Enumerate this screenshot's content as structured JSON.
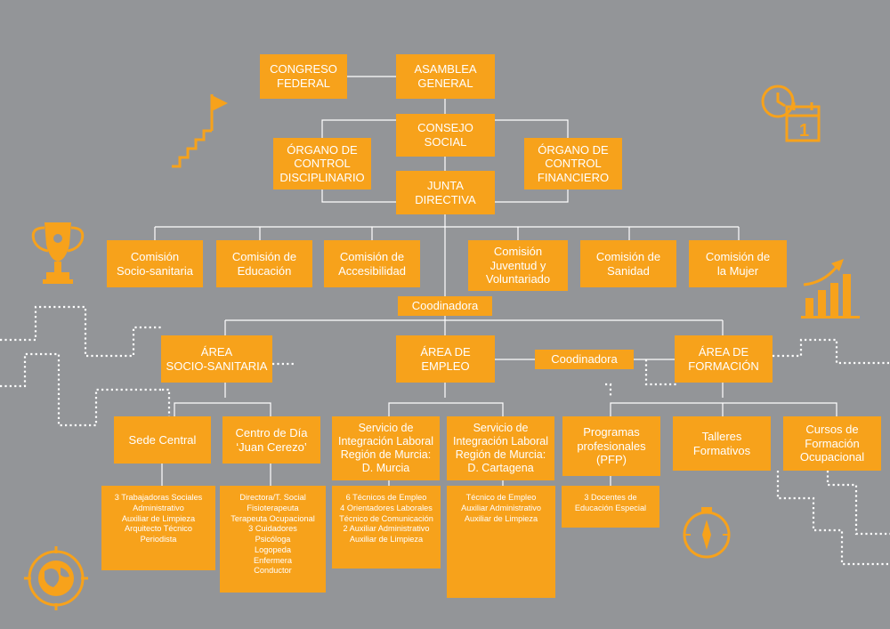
{
  "colors": {
    "background": "#939598",
    "box": "#f7a21b",
    "text": "#ffffff",
    "lines": "#ffffff"
  },
  "icons": [
    "stairs-flag-icon",
    "trophy-icon",
    "globe-compass-icon",
    "clock-calendar-icon",
    "growth-chart-icon",
    "compass-icon"
  ],
  "top": {
    "congreso": "CONGRESO\nFEDERAL",
    "asamblea": "ASAMBLEA\nGENERAL",
    "consejo": "CONSEJO\nSOCIAL",
    "control_disciplinario": "ÓRGANO DE\nCONTROL\nDISCIPLINARIO",
    "control_financiero": "ÓRGANO DE\nCONTROL\nFINANCIERO",
    "junta": "JUNTA\nDIRECTIVA"
  },
  "comisiones": [
    "Comisión\nSocio-sanitaria",
    "Comisión de\nEducación",
    "Comisión de\nAccesibilidad",
    "Comisión\nJuventud y\nVoluntariado",
    "Comisión de\nSanidad",
    "Comisión de\nla Mujer"
  ],
  "coordinadora_1": "Coodinadora",
  "coordinadora_2": "Coodinadora",
  "areas": {
    "socio": "ÁREA\nSOCIO-SANITARIA",
    "empleo": "ÁREA DE\nEMPLEO",
    "formacion": "ÁREA DE\nFORMACIÓN"
  },
  "units": {
    "sede": "Sede Central",
    "centro": "Centro de Día\n‘Juan Cerezo’",
    "murcia": "Servicio de\nIntegración Laboral\nRegión de Murcia:\nD. Murcia",
    "cartagena": "Servicio de\nIntegración Laboral\nRegión de Murcia:\nD. Cartagena",
    "pfp": "Programas\nprofesionales\n(PFP)",
    "talleres": "Talleres\nFormativos",
    "cursos": "Cursos de\nFormación\nOcupacional"
  },
  "staff": {
    "sede": "3 Trabajadoras Sociales\nAdministrativo\nAuxiliar de Limpieza\nArquitecto Técnico\nPeriodista",
    "centro": "Directora/T. Social\nFisioterapeuta\nTerapeuta Ocupacional\n3 Cuidadores\nPsicóloga\nLogopeda\nEnfermera\nConductor",
    "murcia": "6 Técnicos de Empleo\n4 Orientadores Laborales\nTécnico de Comunicación\n2 Auxiliar Administrativo\nAuxiliar de Limpieza",
    "cartagena": "Técnico de Empleo\nAuxiliar Administrativo\nAuxiliar de Limpieza",
    "pfp": "3 Docentes de\nEducación Especial"
  }
}
